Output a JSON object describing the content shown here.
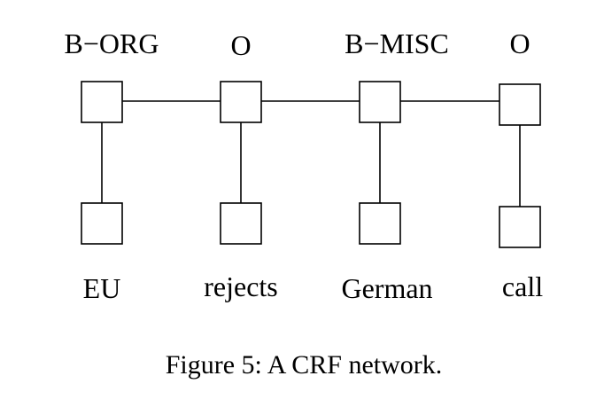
{
  "diagram": {
    "nodes": [
      {
        "label": "B−ORG",
        "word": "EU"
      },
      {
        "label": "O",
        "word": "rejects"
      },
      {
        "label": "B−MISC",
        "word": "German"
      },
      {
        "label": "O",
        "word": "call"
      }
    ],
    "caption": "Figure 5: A CRF network."
  }
}
